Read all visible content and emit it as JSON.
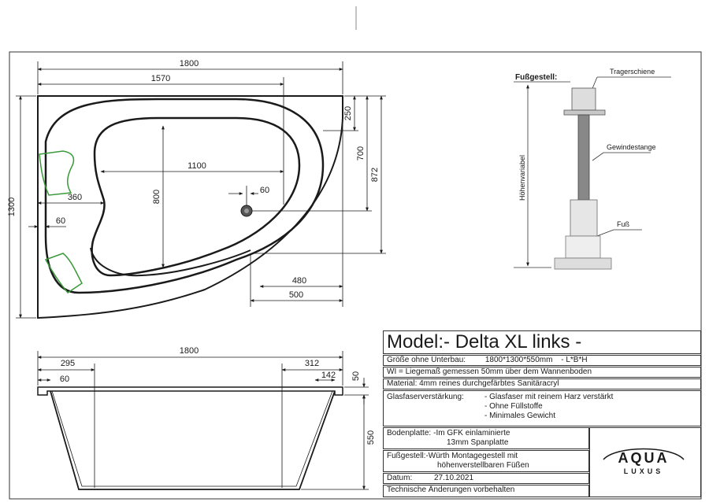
{
  "top_view": {
    "dims": {
      "total_width": "1800",
      "width_1570": "1570",
      "height": "1300",
      "right_250": "250",
      "right_700": "700",
      "right_872": "872",
      "inner_1100": "1100",
      "inner_800": "800",
      "left_360": "360",
      "left_60": "60",
      "drain_60": "60",
      "bottom_480": "480",
      "bottom_500": "500"
    }
  },
  "side_view": {
    "dims": {
      "total_width": "1800",
      "left_295": "295",
      "right_312": "312",
      "left_60": "60",
      "right_142": "142",
      "rim_50": "50",
      "depth_550": "550"
    }
  },
  "frame_detail": {
    "title": "Fußgestell:",
    "rail": "Tragerschiene",
    "rod": "Gewindestange",
    "foot": "Fuß",
    "height_variable": "Höhenvariabel"
  },
  "title_block": {
    "model": "Model:- Delta XL links -",
    "size_label": "Größe ohne Unterbau:",
    "size_value": "1800*1300*550mm",
    "size_unit": "-  L*B*H",
    "wi": "WI = Liegemaß gemessen 50mm über dem Wannenboden",
    "material": "Material: 4mm reines durchgefärbtes Sanitäracryl",
    "glass_label": "Glasfaserverstärkung:",
    "glass_1": "- Glasfaser mit reinem Harz verstärkt",
    "glass_2": "- Ohne Füllstoffe",
    "glass_3": "- Minimales Gewicht",
    "bottom_label": "Bodenplatte:",
    "bottom_1": "-Im GFK einlaminierte",
    "bottom_2": "13mm Spanplatte",
    "frame_label": "Fußgestell:",
    "frame_1": "-Würth Montagegestell mit",
    "frame_2": "höhenverstellbaren Füßen",
    "date_label": "Datum:",
    "date_value": "27.10.2021",
    "changes": "Technische Änderungen vorbehalten"
  },
  "logo": {
    "text": "AQUA",
    "sub": "LUXUS"
  }
}
